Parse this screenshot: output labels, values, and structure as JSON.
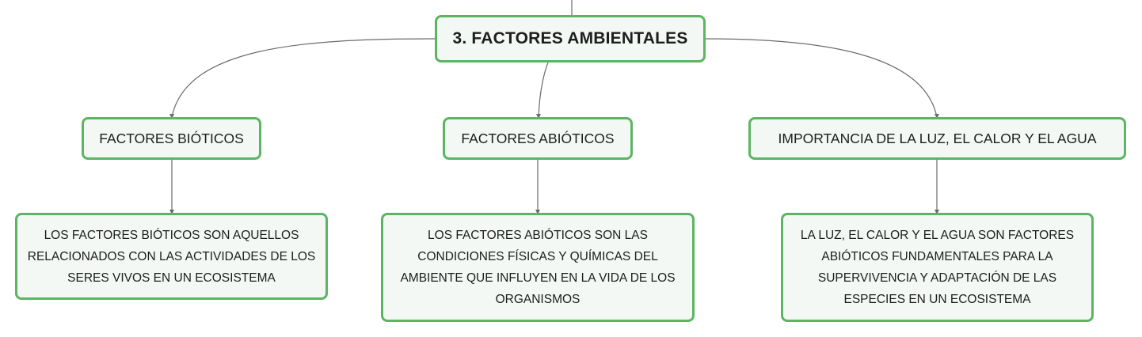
{
  "diagram": {
    "root": {
      "label": "3. FACTORES AMBIENTALES"
    },
    "topics": [
      {
        "label": "FACTORES BIÓTICOS",
        "detail": "LOS FACTORES BIÓTICOS SON AQUELLOS RELACIONADOS CON LAS ACTIVIDADES DE LOS SERES VIVOS EN UN ECOSISTEMA"
      },
      {
        "label": "FACTORES ABIÓTICOS",
        "detail": "LOS FACTORES ABIÓTICOS SON LAS CONDICIONES FÍSICAS Y QUÍMICAS DEL AMBIENTE QUE INFLUYEN EN LA VIDA DE LOS ORGANISMOS"
      },
      {
        "label": "IMPORTANCIA DE LA LUZ, EL CALOR Y EL AGUA",
        "detail": "LA LUZ, EL CALOR Y EL AGUA SON FACTORES ABIÓTICOS FUNDAMENTALES PARA LA SUPERVIVENCIA Y ADAPTACIÓN DE LAS ESPECIES EN UN ECOSISTEMA"
      }
    ],
    "colors": {
      "node_border": "#5cb562",
      "node_fill": "#f3f8f4",
      "connector": "#6b6b6b",
      "text": "#1d1d1d"
    }
  }
}
